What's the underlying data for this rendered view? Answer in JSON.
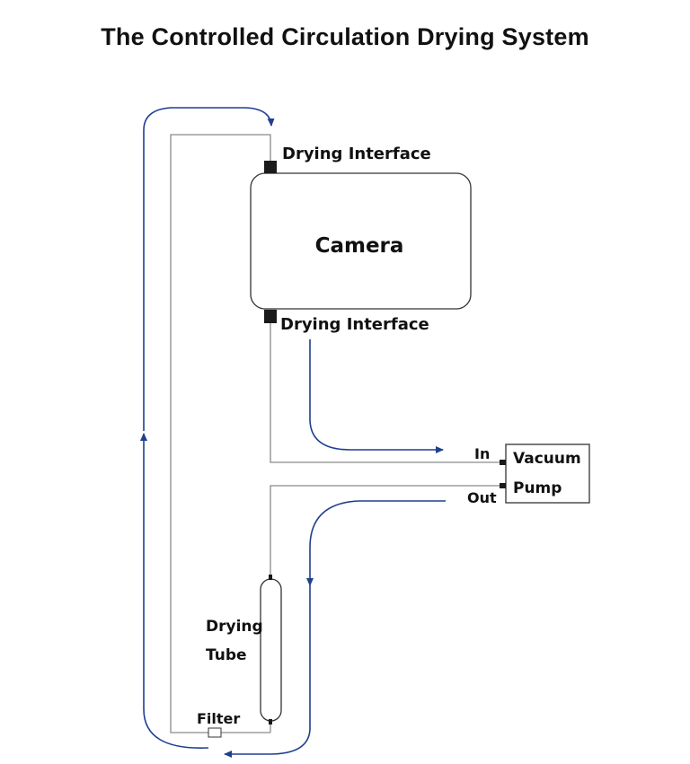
{
  "title": "The Controlled Circulation Drying System",
  "labels": {
    "drying_interface_top": "Drying Interface",
    "drying_interface_bottom": "Drying Interface",
    "camera": "Camera",
    "vacuum_pump_line1": "Vacuum",
    "vacuum_pump_line2": "Pump",
    "port_in": "In",
    "port_out": "Out",
    "drying_tube_line1": "Drying",
    "drying_tube_line2": "Tube",
    "filter": "Filter"
  },
  "colors": {
    "flow_arrow": "#1f3f8f",
    "pipe": "#8a8a8a",
    "connector": "#1a1a1a",
    "outline": "#333333"
  }
}
